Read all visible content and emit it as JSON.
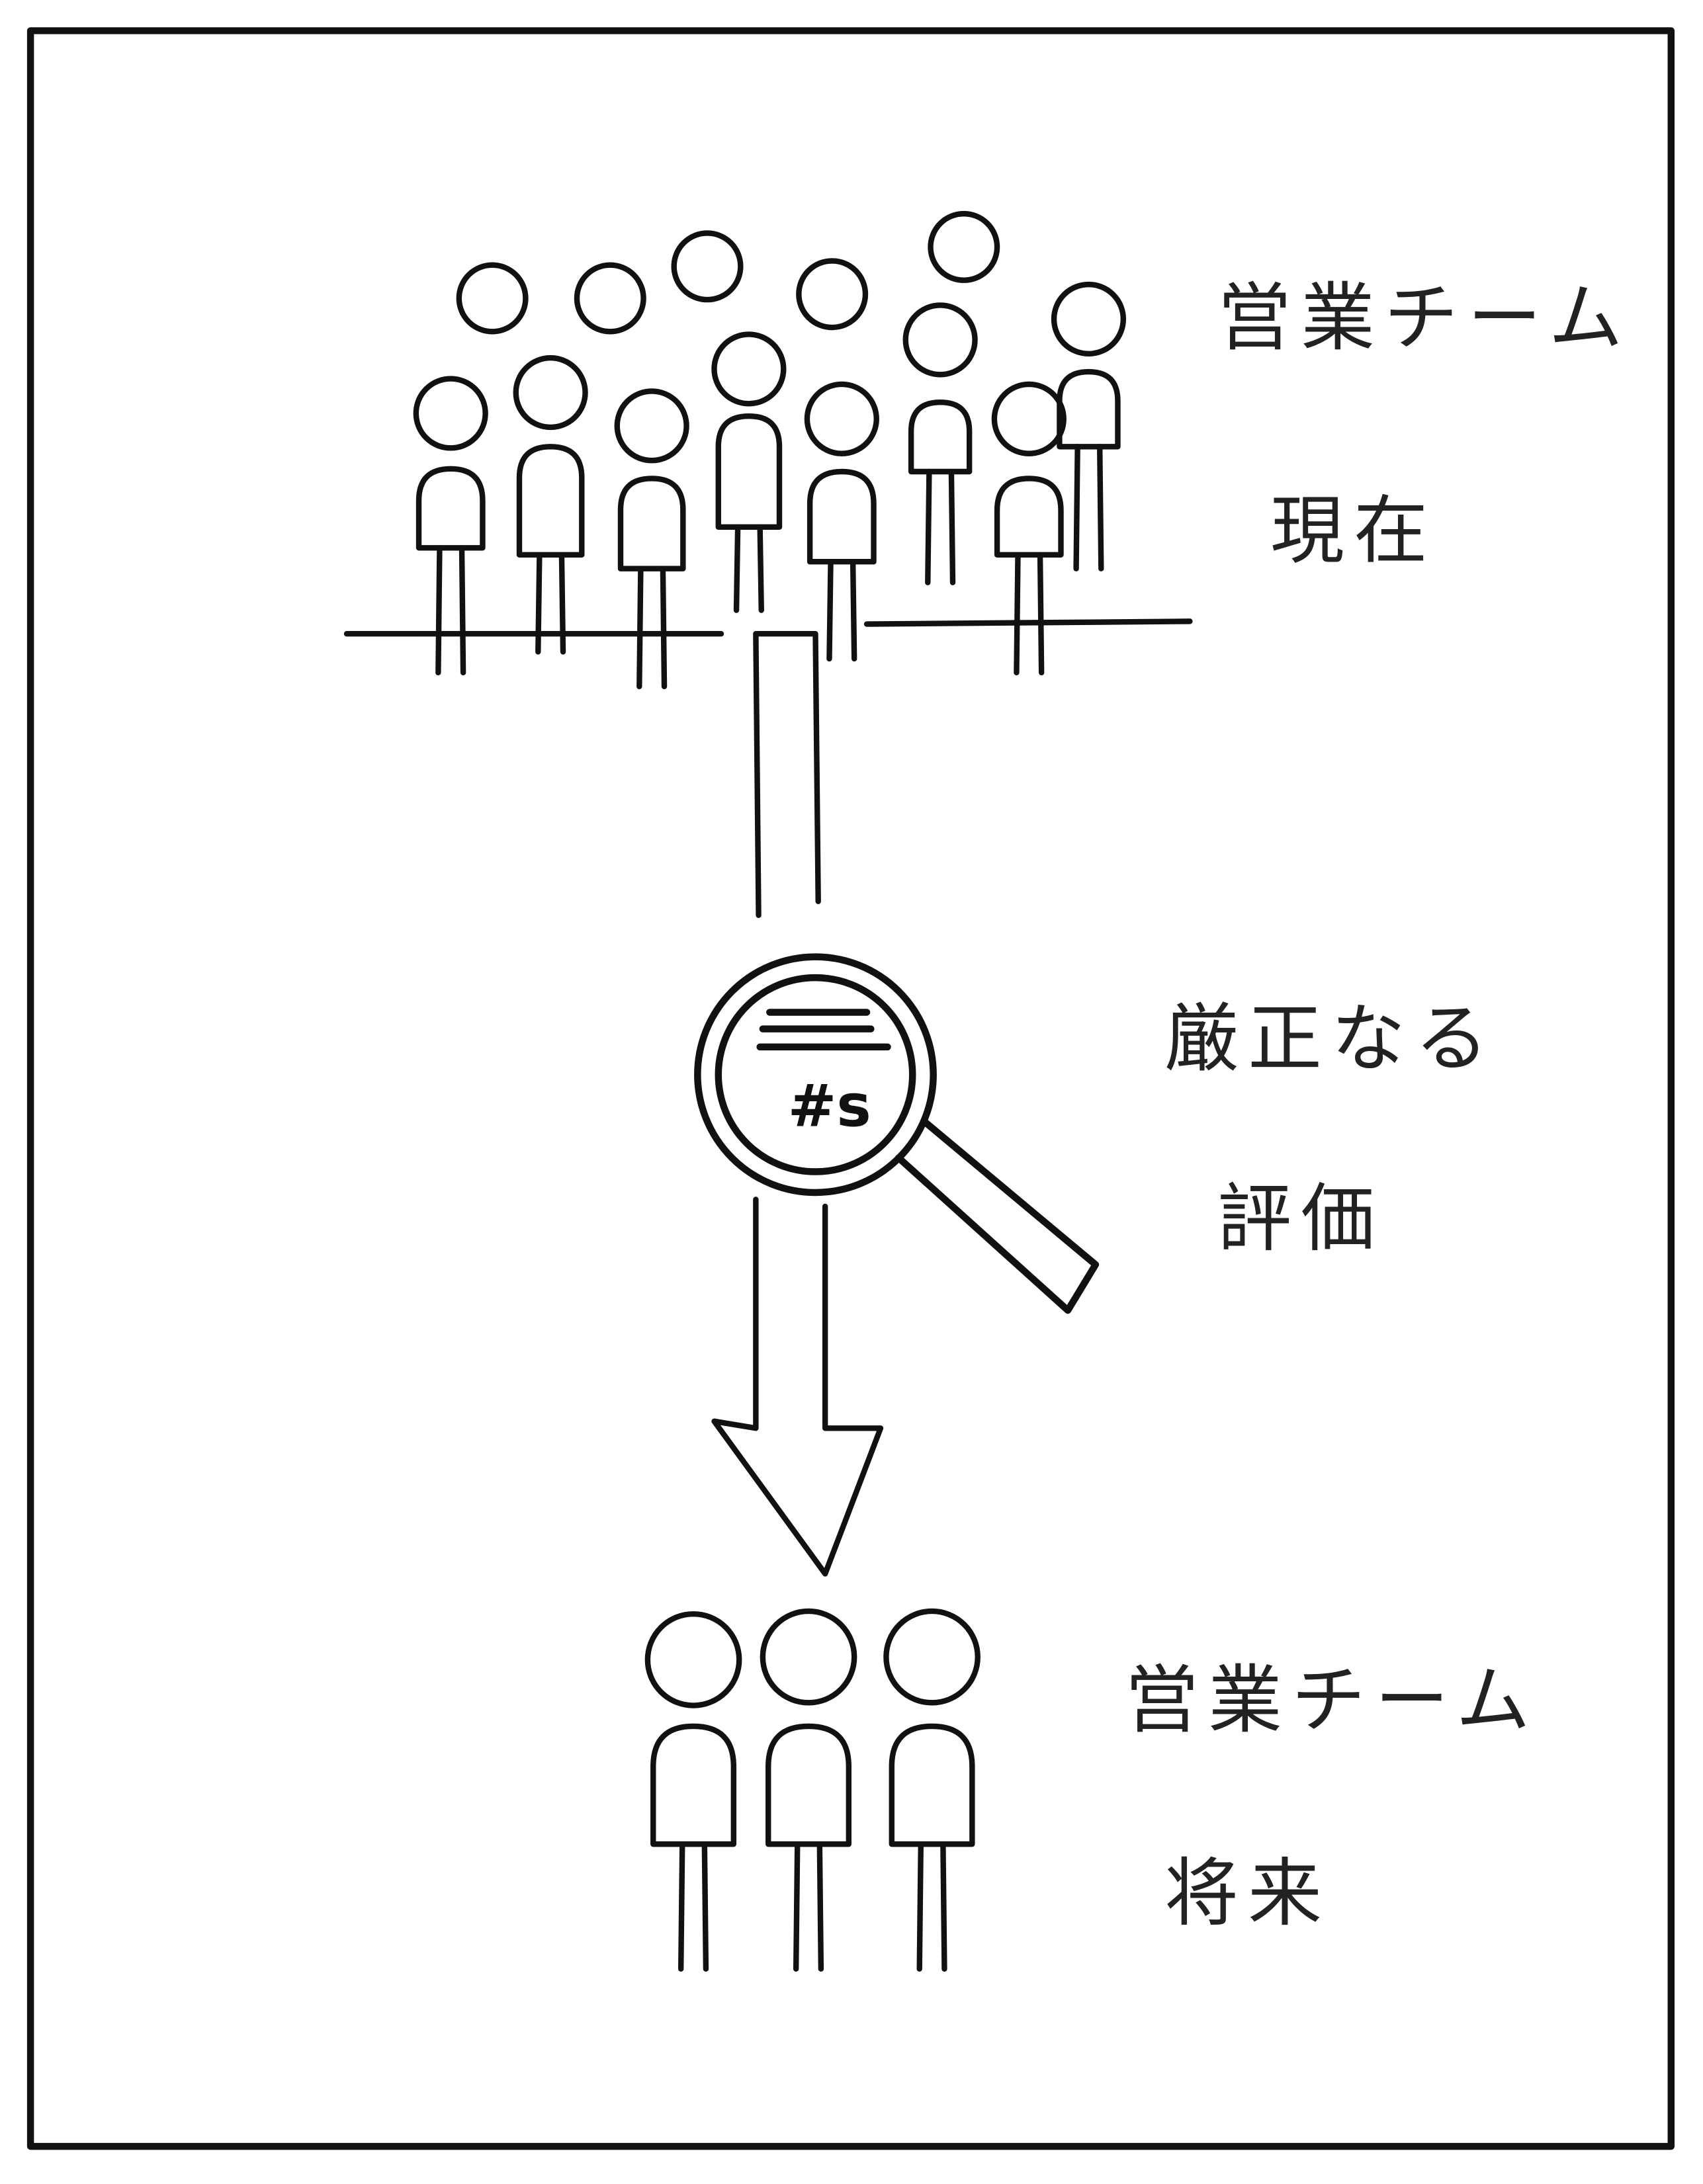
{
  "labels": {
    "current_team": {
      "line1": "営業チーム",
      "line2": "現在"
    },
    "evaluation": {
      "line1": "厳正なる",
      "line2": "評価"
    },
    "future_team": {
      "line1": "営業チーム",
      "line2": "将来"
    }
  },
  "magnifier": {
    "text": "#s"
  },
  "counts": {
    "current_people": 13,
    "future_people": 3
  }
}
